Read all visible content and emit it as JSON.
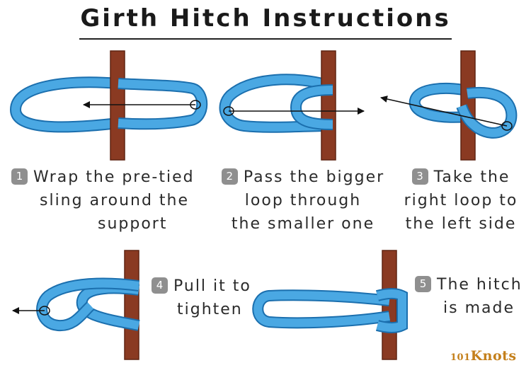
{
  "title": "Girth Hitch Instructions",
  "colors": {
    "pole": "#8a3a22",
    "pole_edge": "#5f2412",
    "sling": "#4aa8e3",
    "sling_edge": "#1b6fae",
    "arrow": "#111111",
    "badge": "#8f8f8f",
    "brand": "#c4801c"
  },
  "steps": [
    {
      "number": "1",
      "lines": [
        "Wrap the pre-tied",
        "sling around the",
        "support"
      ]
    },
    {
      "number": "2",
      "lines": [
        "Pass the bigger",
        "loop through",
        "the smaller one"
      ]
    },
    {
      "number": "3",
      "lines": [
        "Take the",
        "right loop to",
        "the left side"
      ]
    },
    {
      "number": "4",
      "lines": [
        "Pull it to",
        "tighten"
      ]
    },
    {
      "number": "5",
      "lines": [
        "The hitch",
        "is made"
      ]
    }
  ],
  "brand": {
    "prefix": "101",
    "name": "Knots"
  }
}
